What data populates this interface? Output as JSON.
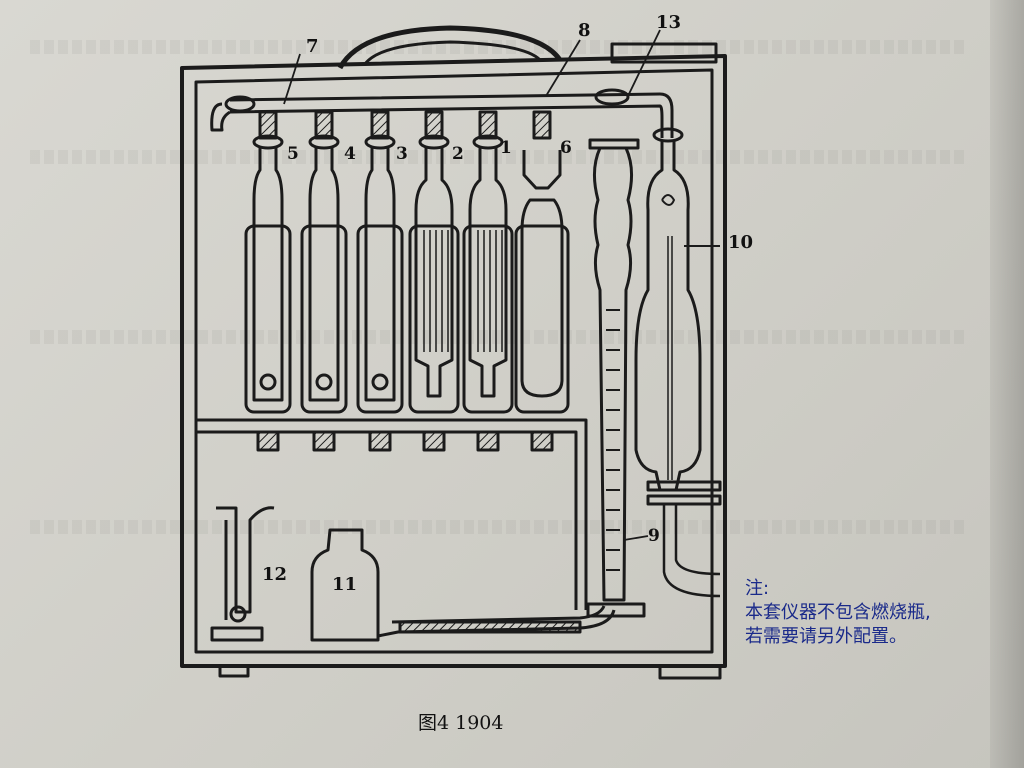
{
  "labels": {
    "n1": "1",
    "n2": "2",
    "n3": "3",
    "n4": "4",
    "n5": "5",
    "n6": "6",
    "n7": "7",
    "n8": "8",
    "n9": "9",
    "n10": "10",
    "n11": "11",
    "n12": "12",
    "n13": "13"
  },
  "note": {
    "heading": "注:",
    "line1": "本套仪器不包含燃烧瓶,",
    "line2": "若需要请另外配置。"
  },
  "caption": "图4  1904",
  "colors": {
    "ink": "#1b1b1b",
    "note": "#1a2a8a",
    "paper": "#d4d3cc"
  }
}
